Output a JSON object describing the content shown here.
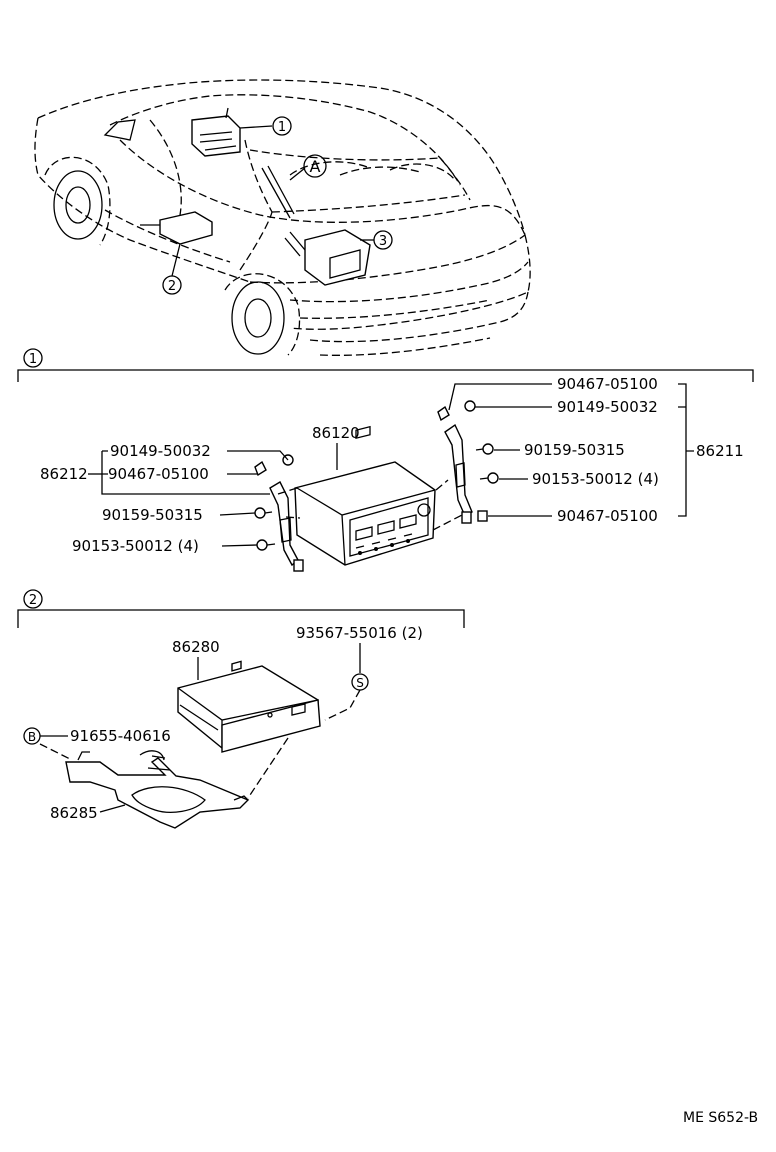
{
  "callouts": {
    "c1": "1",
    "c2": "2",
    "c3": "3",
    "a": "A",
    "s": "S",
    "b": "B"
  },
  "section1": {
    "badge": "1",
    "labels": {
      "p86120": "86120",
      "p86212": "86212",
      "p86211": "86211",
      "l_90149": "90149-50032",
      "l_90467": "90467-05100",
      "l_90159": "90159-50315",
      "l_90153": "90153-50012 (4)",
      "r_90467a": "90467-05100",
      "r_90149": "90149-50032",
      "r_90159": "90159-50315",
      "r_90153": "90153-50012 (4)",
      "r_90467b": "90467-05100"
    }
  },
  "section2": {
    "badge": "2",
    "labels": {
      "p86280": "86280",
      "p93567": "93567-55016 (2)",
      "p91655": "91655-40616",
      "p86285": "86285"
    }
  },
  "footer": {
    "code": "ME S652-B"
  }
}
